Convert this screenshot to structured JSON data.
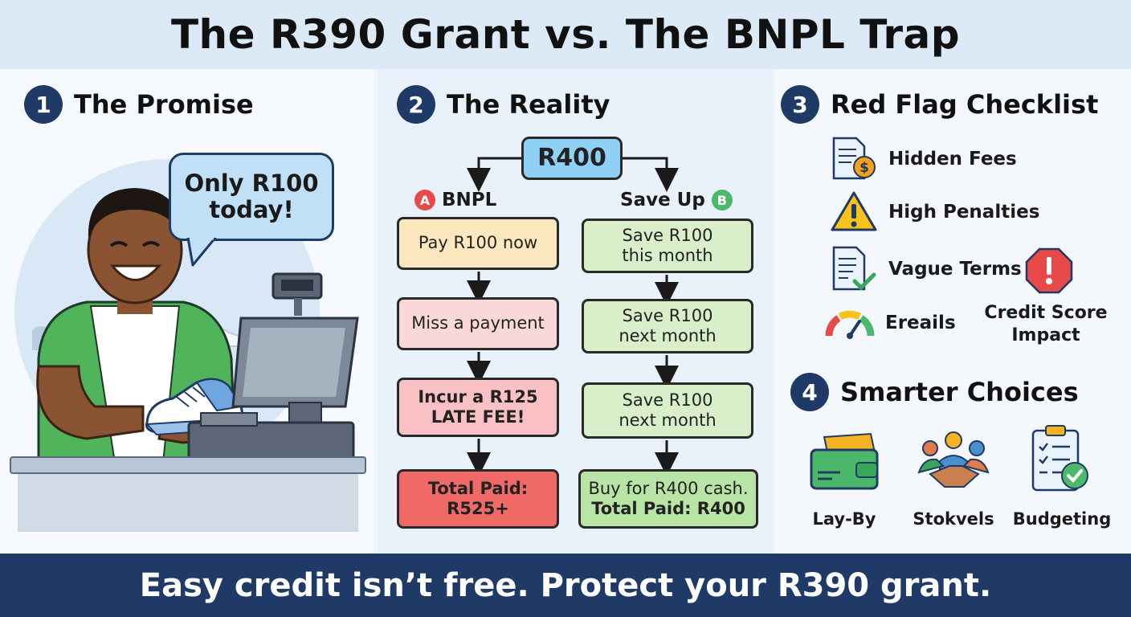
{
  "title": "The R390 Grant vs. The BNPL Trap",
  "footer": "Easy credit isn’t free. Protect your R390 grant.",
  "sections": {
    "promise": {
      "number": "1",
      "title": "The Promise",
      "bubble_line1": "Only R100",
      "bubble_line2": "today!"
    },
    "reality": {
      "number": "2",
      "title": "The Reality",
      "start": "R400",
      "branch_a": {
        "badge": "A",
        "label": "BNPL",
        "steps": [
          "Pay R100 now",
          "Miss a payment",
          "Incur a R125 LATE FEE!",
          "Total Paid: R525+"
        ]
      },
      "branch_b": {
        "badge": "B",
        "label": "Save Up",
        "steps": [
          "Save R100 this month",
          "Save R100 next month",
          "Save R100 next month",
          "Buy for R400 cash.",
          "Total Paid: R400"
        ]
      }
    },
    "checklist": {
      "number": "3",
      "title": "Red Flag Checklist",
      "items": [
        "Hidden Fees",
        "High Penalties",
        "Vague Terms",
        "Ereails",
        "Credit Score",
        "Impact"
      ]
    },
    "choices": {
      "number": "4",
      "title": "Smarter Choices",
      "items": [
        "Lay-By",
        "Stokvels",
        "Budgeting"
      ]
    }
  },
  "colors": {
    "navy": "#1f3a66",
    "bnpl_red": "#e84a4a",
    "save_green": "#4cb96a"
  }
}
